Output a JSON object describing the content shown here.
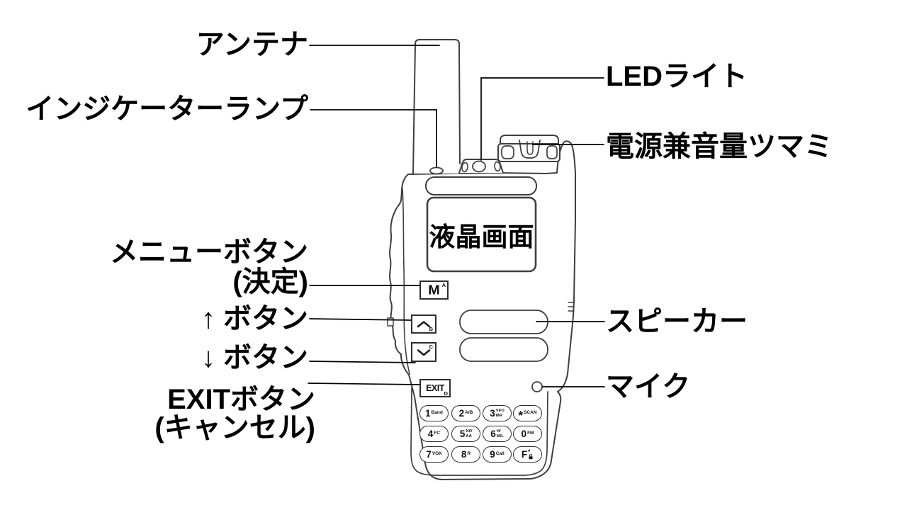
{
  "diagram": {
    "title_implicit": "handheld transceiver front-panel parts diagram",
    "lcd_text": "液晶画面",
    "labels": {
      "antenna": "アンテナ",
      "indicator": "インジケーターランプ",
      "led": "LEDライト",
      "volume": "電源兼音量ツマミ",
      "menu_line1": "メニューボタン",
      "menu_line2": "(決定)",
      "up": "↑ ボタン",
      "down": "↓ ボタン",
      "exit_line1": "EXITボタン",
      "exit_line2": "(キャンセル)",
      "speaker": "スピーカー",
      "mic": "マイク"
    },
    "buttons": {
      "menu": {
        "main": "M",
        "tag": "A"
      },
      "up": {
        "tag": "B"
      },
      "down": {
        "tag": "C"
      },
      "exit": {
        "main": "EXIT",
        "tag": "D"
      }
    },
    "keypad": [
      {
        "main": "1",
        "sub": "Band"
      },
      {
        "main": "2",
        "sub": "A/B"
      },
      {
        "main": "3",
        "sub1": "VFO",
        "sub2": "MR"
      },
      {
        "main": "*",
        "sub": "SCAN"
      },
      {
        "main": "4",
        "sub": "FC"
      },
      {
        "main": "5",
        "sub1": "NO",
        "sub2": "AA"
      },
      {
        "main": "6",
        "sub1": "H/",
        "sub2": "M/L"
      },
      {
        "main": "0",
        "sub": "FM"
      },
      {
        "main": "7",
        "sub": "VOX"
      },
      {
        "main": "8",
        "sub": "R"
      },
      {
        "main": "9",
        "sub": "Call"
      },
      {
        "main": "F",
        "sub": "#",
        "icon": "lock"
      }
    ],
    "colors": {
      "background": "#ffffff",
      "line_art": "#3f3f3f",
      "label_text": "#000000",
      "leader_line": "#000000"
    }
  }
}
